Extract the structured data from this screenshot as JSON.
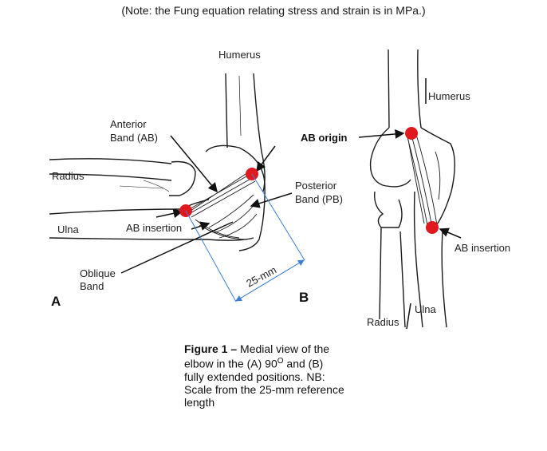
{
  "note": "(Note: the Fung equation relating stress and strain is in MPa.)",
  "panel_a": {
    "letter": "A",
    "labels": {
      "humerus": "Humerus",
      "anterior_band_line1": "Anterior",
      "anterior_band_line2": "Band (AB)",
      "radius": "Radius",
      "ulna": "Ulna",
      "ab_insertion": "AB insertion",
      "oblique_line1": "Oblique",
      "oblique_line2": "Band",
      "scale": "25-mm"
    }
  },
  "panel_b": {
    "letter": "B",
    "labels": {
      "ab_origin": "AB origin",
      "posterior_line1": "Posterior",
      "posterior_line2": "Band (PB)",
      "humerus": "Humerus",
      "ab_insertion": "AB insertion",
      "radius": "Radius",
      "ulna": "Ulna"
    }
  },
  "caption": {
    "title": "Figure 1 –",
    "text_line1": " Medial view of the",
    "text_line2": "elbow in the (A) 90",
    "degree": "O",
    "text_line2b": " and (B)",
    "text_line3": "fully extended positions. NB:",
    "text_line4": "Scale from the 25-mm reference",
    "text_line5": "length"
  },
  "colors": {
    "marker_red": "#e0191e",
    "scale_blue": "#3d7fd6",
    "ink": "#1a1a1a"
  }
}
